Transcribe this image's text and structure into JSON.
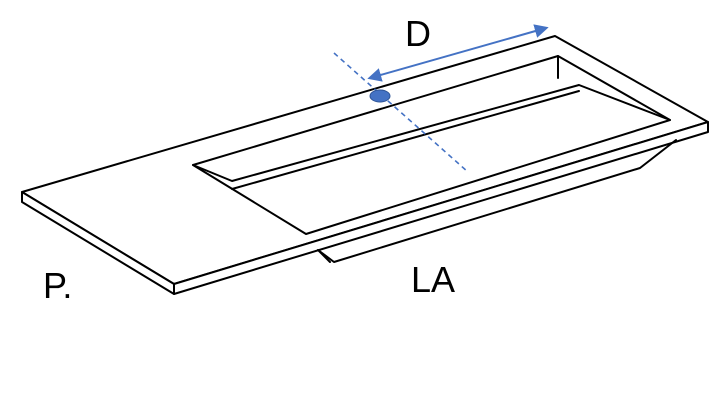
{
  "labels": {
    "depth": "D",
    "side": "P.",
    "width": "LA"
  },
  "colors": {
    "outline": "#000000",
    "dimension_arrow": "#4472c4",
    "drain_hole": "#4472c4",
    "background": "#ffffff"
  },
  "icons": {
    "drain": "drain-hole-icon",
    "dimension": "double-arrow-icon",
    "axis": "dashed-axis-line"
  }
}
